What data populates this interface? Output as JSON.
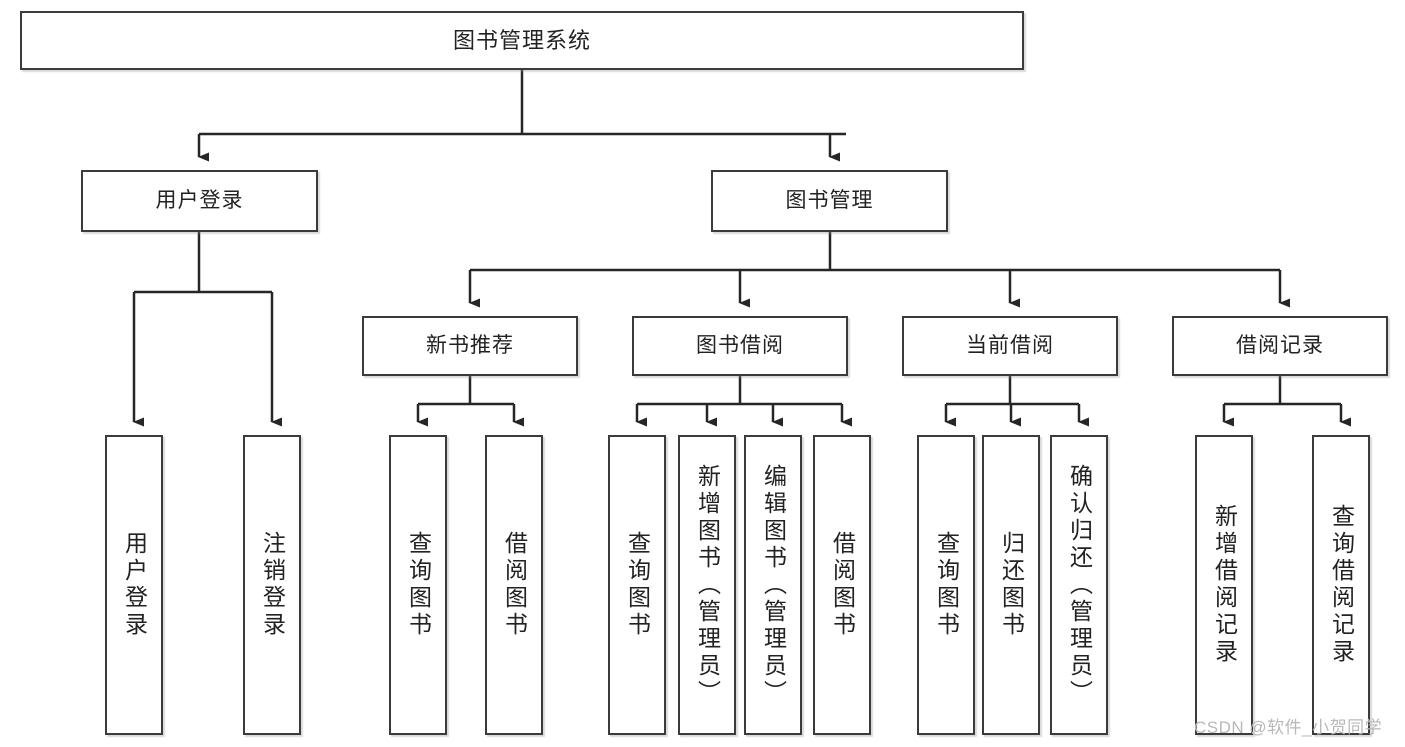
{
  "diagram": {
    "type": "tree-hierarchy-chart",
    "title": "图书管理系统",
    "watermark": "CSDN @软件_小贺同学",
    "colors": {
      "box_border": "#3b3b3b",
      "box_fill": "#ffffff",
      "connector": "#262626",
      "text": "#222222",
      "watermark": "#b8b8b8"
    },
    "nodes": {
      "root": {
        "label": "图书管理系统"
      },
      "level2": [
        {
          "label": "用户登录"
        },
        {
          "label": "图书管理"
        }
      ],
      "level3": [
        {
          "label": "新书推荐"
        },
        {
          "label": "图书借阅"
        },
        {
          "label": "当前借阅"
        },
        {
          "label": "借阅记录"
        }
      ],
      "leaves": {
        "user_login": [
          {
            "label": "用户登录"
          },
          {
            "label": "注销登录"
          }
        ],
        "new_book_recommend": [
          {
            "label": "查询图书"
          },
          {
            "label": "借阅图书"
          }
        ],
        "book_borrow": [
          {
            "label": "查询图书"
          },
          {
            "label": "新增图书（管理员）"
          },
          {
            "label": "编辑图书（管理员）"
          },
          {
            "label": "借阅图书"
          }
        ],
        "current_borrow": [
          {
            "label": "查询图书"
          },
          {
            "label": "归还图书"
          },
          {
            "label": "确认归还（管理员）"
          }
        ],
        "borrow_records": [
          {
            "label": "新增借阅记录"
          },
          {
            "label": "查询借阅记录"
          }
        ]
      }
    }
  }
}
